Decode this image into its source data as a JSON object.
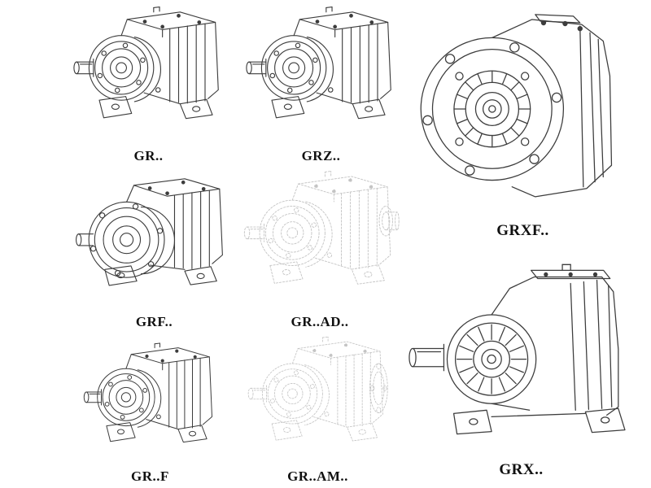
{
  "page": {
    "background_color": "#ffffff",
    "line_color": "#3d3d3d",
    "phantom_line_color": "#c4c4c4",
    "text_color": "#111111"
  },
  "figures": [
    {
      "label": "GR..",
      "alt": "foot-mounted-helical-gear-unit"
    },
    {
      "label": "GRZ..",
      "alt": "foot-mounted-helical-gear-unit"
    },
    {
      "label": "GRXF..",
      "alt": "flange-mounted-helical-gear-unit-front-view"
    },
    {
      "label": "GRF..",
      "alt": "flange-helical-gear-unit-with-feet"
    },
    {
      "label": "GR..AD..",
      "alt": "helical-gear-unit-with-input-adapter-phantom"
    },
    {
      "label": "GR..F",
      "alt": "foot-mounted-helical-gear-unit"
    },
    {
      "label": "GR..AM..",
      "alt": "helical-gear-unit-with-motor-adapter-phantom"
    },
    {
      "label": "GRX..",
      "alt": "helical-gear-unit-perspective-view"
    }
  ]
}
